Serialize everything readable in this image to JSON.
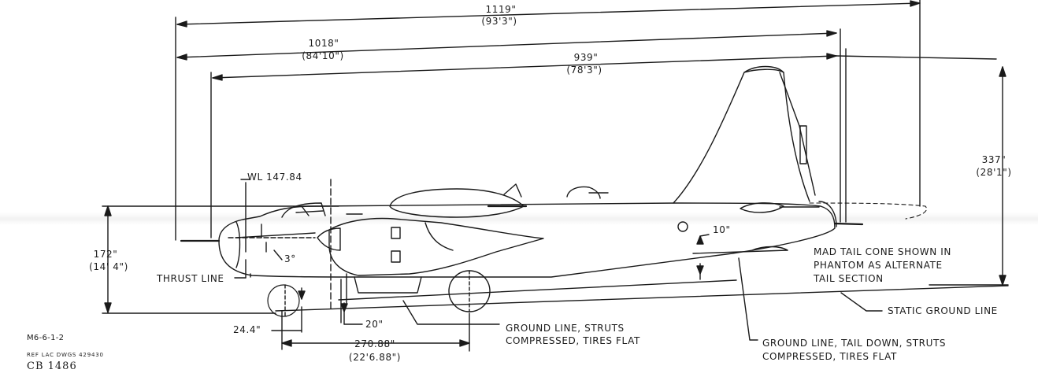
{
  "dimensions": {
    "overall_length_in": "1119\"",
    "overall_length_ft": "(93'3\")",
    "length_1018_in": "1018\"",
    "length_1018_ft": "(84'10\")",
    "length_939_in": "939\"",
    "length_939_ft": "(78'3\")",
    "height_337_in": "337\"",
    "height_337_ft": "(28'1\")",
    "height_172_in": "172\"",
    "height_172_ft": "(14' 4\")",
    "wheelbase_in": "270.88\"",
    "wheelbase_ft": "(22'6.88\")",
    "nose_wheel_offset": "24.4\"",
    "main_gear_offset": "20\"",
    "tail_offset": "10\"",
    "angle": "3°",
    "waterline": "WL 147.84"
  },
  "labels": {
    "thrust_line": "THRUST LINE",
    "mad_note_1": "MAD TAIL CONE SHOWN IN",
    "mad_note_2": "PHANTOM AS ALTERNATE",
    "mad_note_3": "TAIL SECTION",
    "static_ground": "STATIC GROUND LINE",
    "ground_struts_1": "GROUND LINE, STRUTS",
    "ground_struts_2": "COMPRESSED, TIRES FLAT",
    "ground_tail_1": "GROUND LINE, TAIL DOWN, STRUTS",
    "ground_tail_2": "COMPRESSED, TIRES FLAT"
  },
  "title_block": {
    "drawing_number": "M6-6-1-2",
    "reference": "REF LAC DWGS 429430",
    "stamp": "CB 1486"
  }
}
